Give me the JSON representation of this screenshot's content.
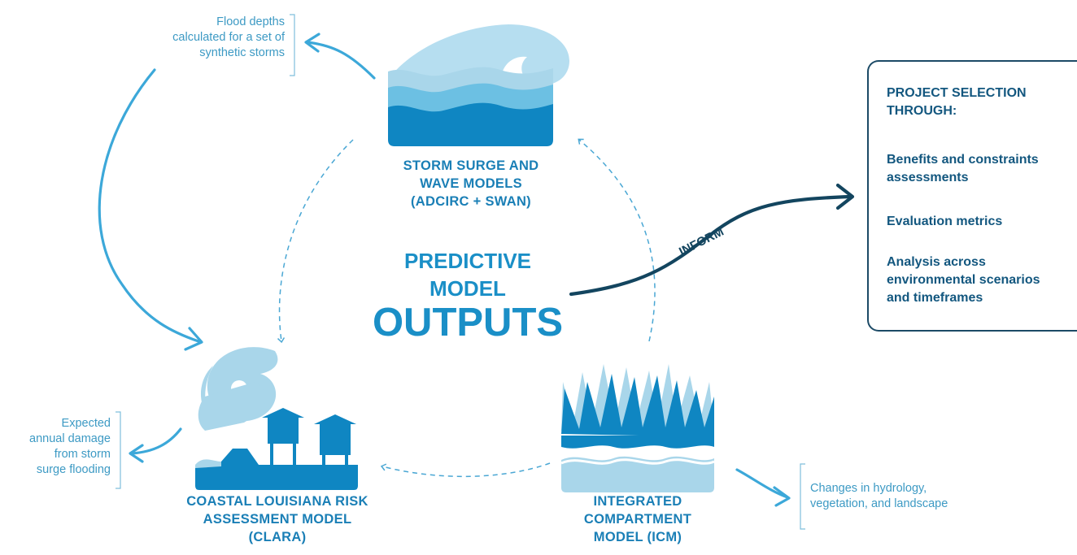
{
  "center": {
    "line1": "PREDICTIVE",
    "line2": "MODEL",
    "line3": "OUTPUTS"
  },
  "storm_surge": {
    "label_lines": [
      "STORM SURGE AND",
      "WAVE MODELS",
      "(ADCIRC + SWAN)"
    ],
    "icon": "wave-icon",
    "note_lines": [
      "Flood depths",
      "calculated for a set of",
      "synthetic storms"
    ]
  },
  "clara": {
    "label_lines": [
      "COASTAL LOUISIANA RISK",
      "ASSESSMENT MODEL",
      "(CLARA)"
    ],
    "icon": "hurricane-houses-icon",
    "note_lines": [
      "Expected",
      "annual damage",
      "from storm",
      "surge flooding"
    ]
  },
  "icm": {
    "label_lines": [
      "INTEGRATED",
      "COMPARTMENT",
      "MODEL (ICM)"
    ],
    "icon": "marsh-grass-icon",
    "note_lines": [
      "Changes in hydrology,",
      "vegetation, and landscape"
    ]
  },
  "inform_label": "INFORM",
  "panel": {
    "heading_lines": [
      "PROJECT SELECTION",
      "THROUGH:"
    ],
    "item1_lines": [
      "Benefits and constraints",
      "assessments"
    ],
    "item2": "Evaluation metrics",
    "item3_lines": [
      "Analysis across",
      "environmental scenarios",
      "and timeframes"
    ]
  },
  "colors": {
    "light_blue": "#a9d6ea",
    "mid_blue": "#5fb8de",
    "dark_blue": "#0f86c2",
    "arrow_blue": "#3ca8d9",
    "navy": "#13455f",
    "text_blue": "#1a7fb6"
  }
}
